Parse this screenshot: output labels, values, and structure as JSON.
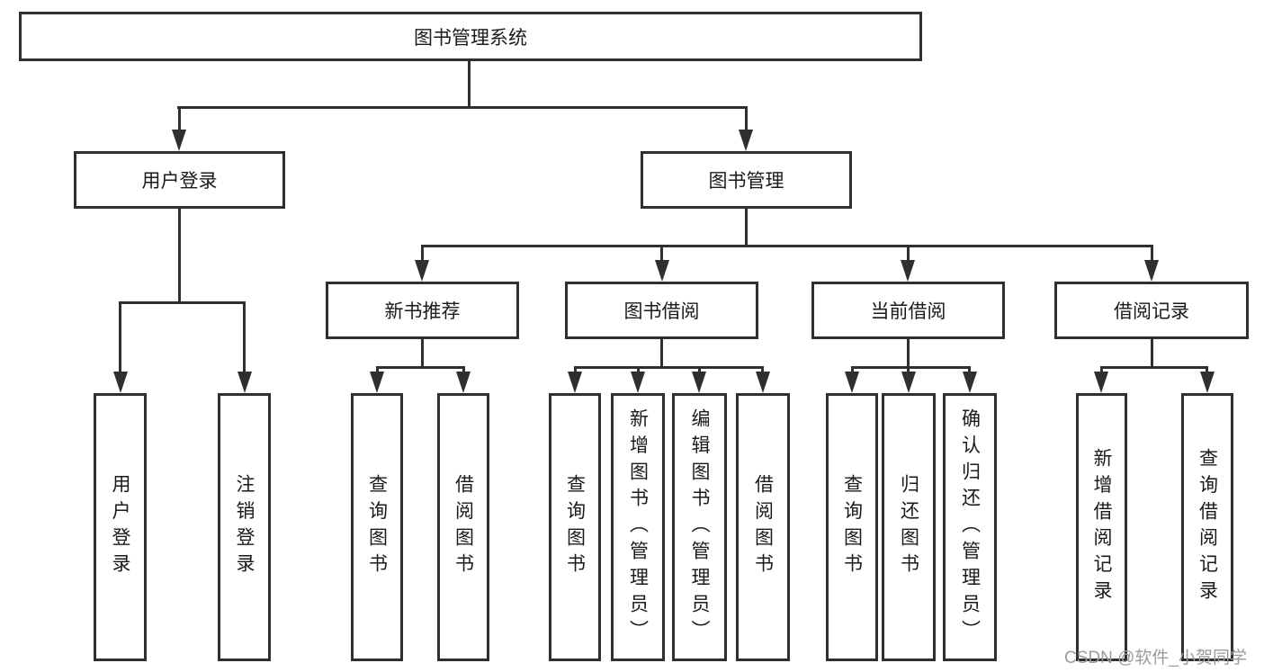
{
  "diagram": {
    "root": {
      "label": "图书管理系统"
    },
    "level2": [
      {
        "label": "用户登录"
      },
      {
        "label": "图书管理"
      }
    ],
    "level3": [
      {
        "label": "新书推荐"
      },
      {
        "label": "图书借阅"
      },
      {
        "label": "当前借阅"
      },
      {
        "label": "借阅记录"
      }
    ],
    "leaves": [
      {
        "label": "用户登录"
      },
      {
        "label": "注销登录"
      },
      {
        "label": "查询图书"
      },
      {
        "label": "借阅图书"
      },
      {
        "label": "查询图书"
      },
      {
        "label": "新增图书（管理员）"
      },
      {
        "label": "编辑图书（管理员）"
      },
      {
        "label": "借阅图书"
      },
      {
        "label": "查询图书"
      },
      {
        "label": "归还图书"
      },
      {
        "label": "确认归还（管理员）"
      },
      {
        "label": "新增借阅记录"
      },
      {
        "label": "查询借阅记录"
      }
    ],
    "hierarchy": {
      "图书管理系统": [
        "用户登录",
        "图书管理"
      ],
      "用户登录": [
        "用户登录",
        "注销登录"
      ],
      "图书管理": [
        "新书推荐",
        "图书借阅",
        "当前借阅",
        "借阅记录"
      ],
      "新书推荐": [
        "查询图书",
        "借阅图书"
      ],
      "图书借阅": [
        "查询图书",
        "新增图书（管理员）",
        "编辑图书（管理员）",
        "借阅图书"
      ],
      "当前借阅": [
        "查询图书",
        "归还图书",
        "确认归还（管理员）"
      ],
      "借阅记录": [
        "新增借阅记录",
        "查询借阅记录"
      ]
    }
  },
  "watermark": {
    "text": "CSDN @软件_小贺同学"
  },
  "colors": {
    "line": "#2f2f2f",
    "text": "#1a1a1a",
    "watermark": "#9b9b9b",
    "background": "#ffffff"
  }
}
